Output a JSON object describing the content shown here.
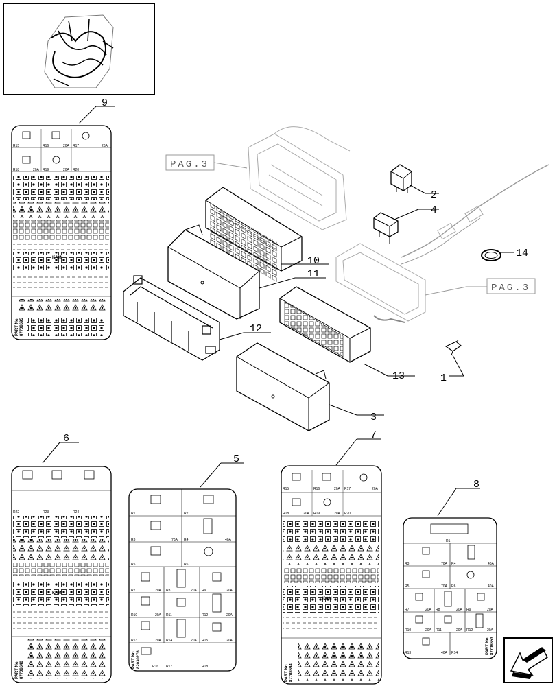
{
  "callouts": {
    "c1": "1",
    "c2": "2",
    "c3": "3",
    "c4": "4",
    "c5": "5",
    "c6": "6",
    "c7": "7",
    "c8": "8",
    "c9": "9",
    "c10": "10",
    "c11": "11",
    "c12": "12",
    "c13": "13",
    "c14": "14"
  },
  "page_refs": {
    "top": "PAG.3",
    "right": "PAG.3"
  },
  "decal9": {
    "rows": [
      [
        "R15",
        "R16",
        "20A",
        "R17",
        "20A"
      ],
      [
        "R18",
        "20A",
        "R19",
        "20A",
        "R20"
      ]
    ],
    "kam": "KAM",
    "part_label": "PART No.",
    "part_no": "87708695"
  },
  "decal6": {
    "relays": [
      "R22",
      "R23",
      "R24"
    ],
    "kam": "KAM",
    "part_label": "PART No.",
    "part_no": "87708640"
  },
  "decal5": {
    "cells": [
      {
        "id": "R1",
        "amp": ""
      },
      {
        "id": "R2",
        "amp": ""
      },
      {
        "id": "R3",
        "amp": "70A"
      },
      {
        "id": "R4",
        "amp": "40A"
      },
      {
        "id": "R5",
        "amp": ""
      },
      {
        "id": "R6",
        "amp": ""
      },
      {
        "id": "R7",
        "amp": "20A"
      },
      {
        "id": "R8",
        "amp": "20A"
      },
      {
        "id": "R9",
        "amp": "20A"
      },
      {
        "id": "R10",
        "amp": "20A"
      },
      {
        "id": "R11",
        "amp": ""
      },
      {
        "id": "R12",
        "amp": "20A"
      },
      {
        "id": "R13",
        "amp": "20A"
      },
      {
        "id": "R14",
        "amp": "20A"
      },
      {
        "id": "R15",
        "amp": "20A"
      },
      {
        "id": "R16",
        "amp": ""
      },
      {
        "id": "R17",
        "amp": ""
      },
      {
        "id": "R18",
        "amp": ""
      }
    ],
    "part_label": "PART No.",
    "part_no": "82030276"
  },
  "decal7": {
    "rows": [
      [
        "R15",
        "R16",
        "20A",
        "R17",
        "20A"
      ],
      [
        "R18",
        "20A",
        "R19",
        "20A",
        "R20"
      ]
    ],
    "kam": "KAM",
    "part_label": "PART No.",
    "part_no": "87708694"
  },
  "decal8": {
    "cells": [
      {
        "id": "R1",
        "amp": ""
      },
      {
        "id": "R3",
        "amp": "70A"
      },
      {
        "id": "R4",
        "amp": "40A"
      },
      {
        "id": "R5",
        "amp": "70A"
      },
      {
        "id": "R6",
        "amp": "40A"
      },
      {
        "id": "R7",
        "amp": "20A"
      },
      {
        "id": "R8",
        "amp": "20A"
      },
      {
        "id": "R9",
        "amp": "20A"
      },
      {
        "id": "R10",
        "amp": "20A"
      },
      {
        "id": "R11",
        "amp": "20A"
      },
      {
        "id": "R12",
        "amp": "20A"
      },
      {
        "id": "R13",
        "amp": "40A"
      },
      {
        "id": "R14",
        "amp": ""
      }
    ],
    "part_label": "PART No.",
    "part_no": "87708653"
  },
  "icons": {
    "thumbnail": "wiring-harness-thumbnail",
    "nav": "previous-page-arrow-icon"
  }
}
